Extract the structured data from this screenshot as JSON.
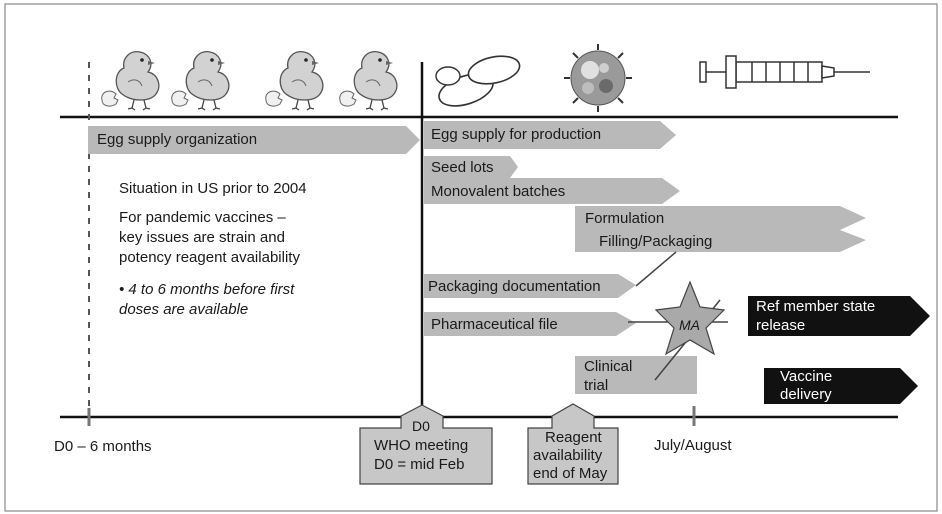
{
  "timeline": {
    "start_label": "D0 – 6 months",
    "july_label": "July/August"
  },
  "bars": {
    "egg_supply_organization": "Egg supply organization",
    "egg_supply_production": "Egg supply for production",
    "seed_lots": "Seed lots",
    "monovalent_batches": "Monovalent batches",
    "formulation": "Formulation",
    "filling_packaging": "Filling/Packaging",
    "packaging_documentation": "Packaging documentation",
    "pharmaceutical_file": "Pharmaceutical file",
    "clinical_trial_line1": "Clinical",
    "clinical_trial_line2": "trial"
  },
  "notes": {
    "situation": "Situation in US prior to 2004",
    "pandemic_line1": "For pandemic vaccines –",
    "pandemic_line2": "key issues are strain and",
    "pandemic_line3": "potency reagent availability",
    "months_line1": "• 4 to 6 months before first",
    "months_line2": "doses are available"
  },
  "milestones": {
    "ma_star": "MA",
    "ref_release_line1": "Ref member state",
    "ref_release_line2": "release",
    "vaccine_delivery_line1": "Vaccine",
    "vaccine_delivery_line2": "delivery"
  },
  "callouts": {
    "d0_tab": "D0",
    "who_line1": "WHO meeting",
    "who_line2": "D0 = mid Feb",
    "reagent_line1": "Reagent",
    "reagent_line2": "availability",
    "reagent_line3": "end of May"
  },
  "icons": [
    "chick-icon",
    "chick-icon",
    "chick-icon",
    "chick-icon",
    "egg-icon",
    "virus-icon",
    "syringe-icon"
  ],
  "colors": {
    "bar_fill": "#b9b9b9",
    "dark_box": "#111111",
    "star_fill": "#a9a9a9",
    "chick_fill": "#d2d2d2"
  }
}
